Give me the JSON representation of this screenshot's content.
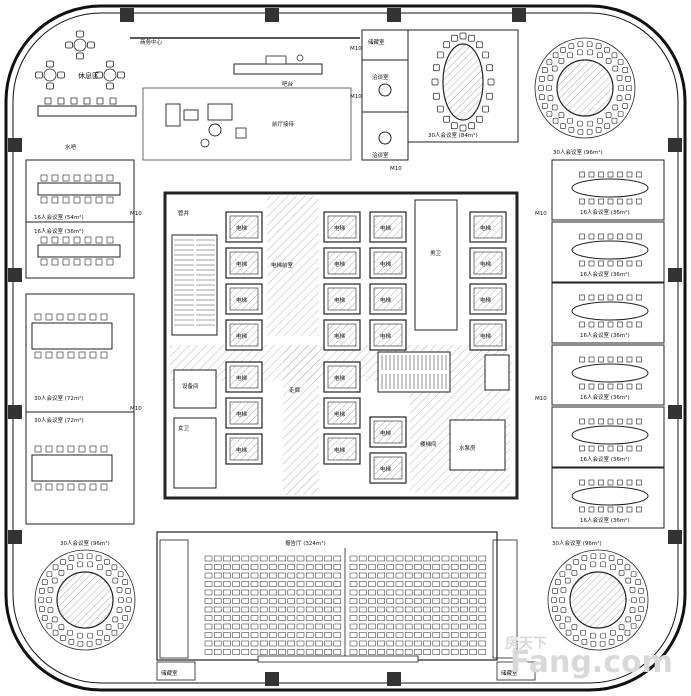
{
  "labels": {
    "business_center": "商务中心",
    "lobby_reception": "前厅接待",
    "bar": "吧台",
    "rest_area": "休息区",
    "water_bar": "水吧",
    "storage_top": "储藏室",
    "small_meeting_1": "洽谈室",
    "small_meeting_2": "洽谈室",
    "meeting_30_top": "30人会议室 (84m²)",
    "meeting_30_tr": "30人会议室 (96m²)",
    "meeting_30_bl": "30人会议室 (96m²)",
    "meeting_30_br": "30人会议室 (96m²)",
    "meeting_16_l1": "16人会议室 (54m²)",
    "meeting_16_l2": "16人会议室 (36m²)",
    "meeting_30_l3": "30人会议室 (72m²)",
    "meeting_30_l4": "30人会议室 (72m²)",
    "meeting_16_r": "16人会议室 (36m²)",
    "auditorium": "报告厅 (324m²)",
    "storage_bl": "储藏室",
    "storage_br": "储藏室",
    "core_elevator_hall": "电梯前室",
    "core_corridor": "走廊",
    "core_elevator": "电梯",
    "core_stair": "楼梯间",
    "core_mep": "设备间",
    "core_restroom_m": "男卫",
    "core_restroom_f": "女卫",
    "core_shaft": "管井",
    "core_pump": "水泵房",
    "door_code": "M10"
  },
  "watermark": {
    "brand": "Fang.com",
    "cn": "房天下"
  }
}
